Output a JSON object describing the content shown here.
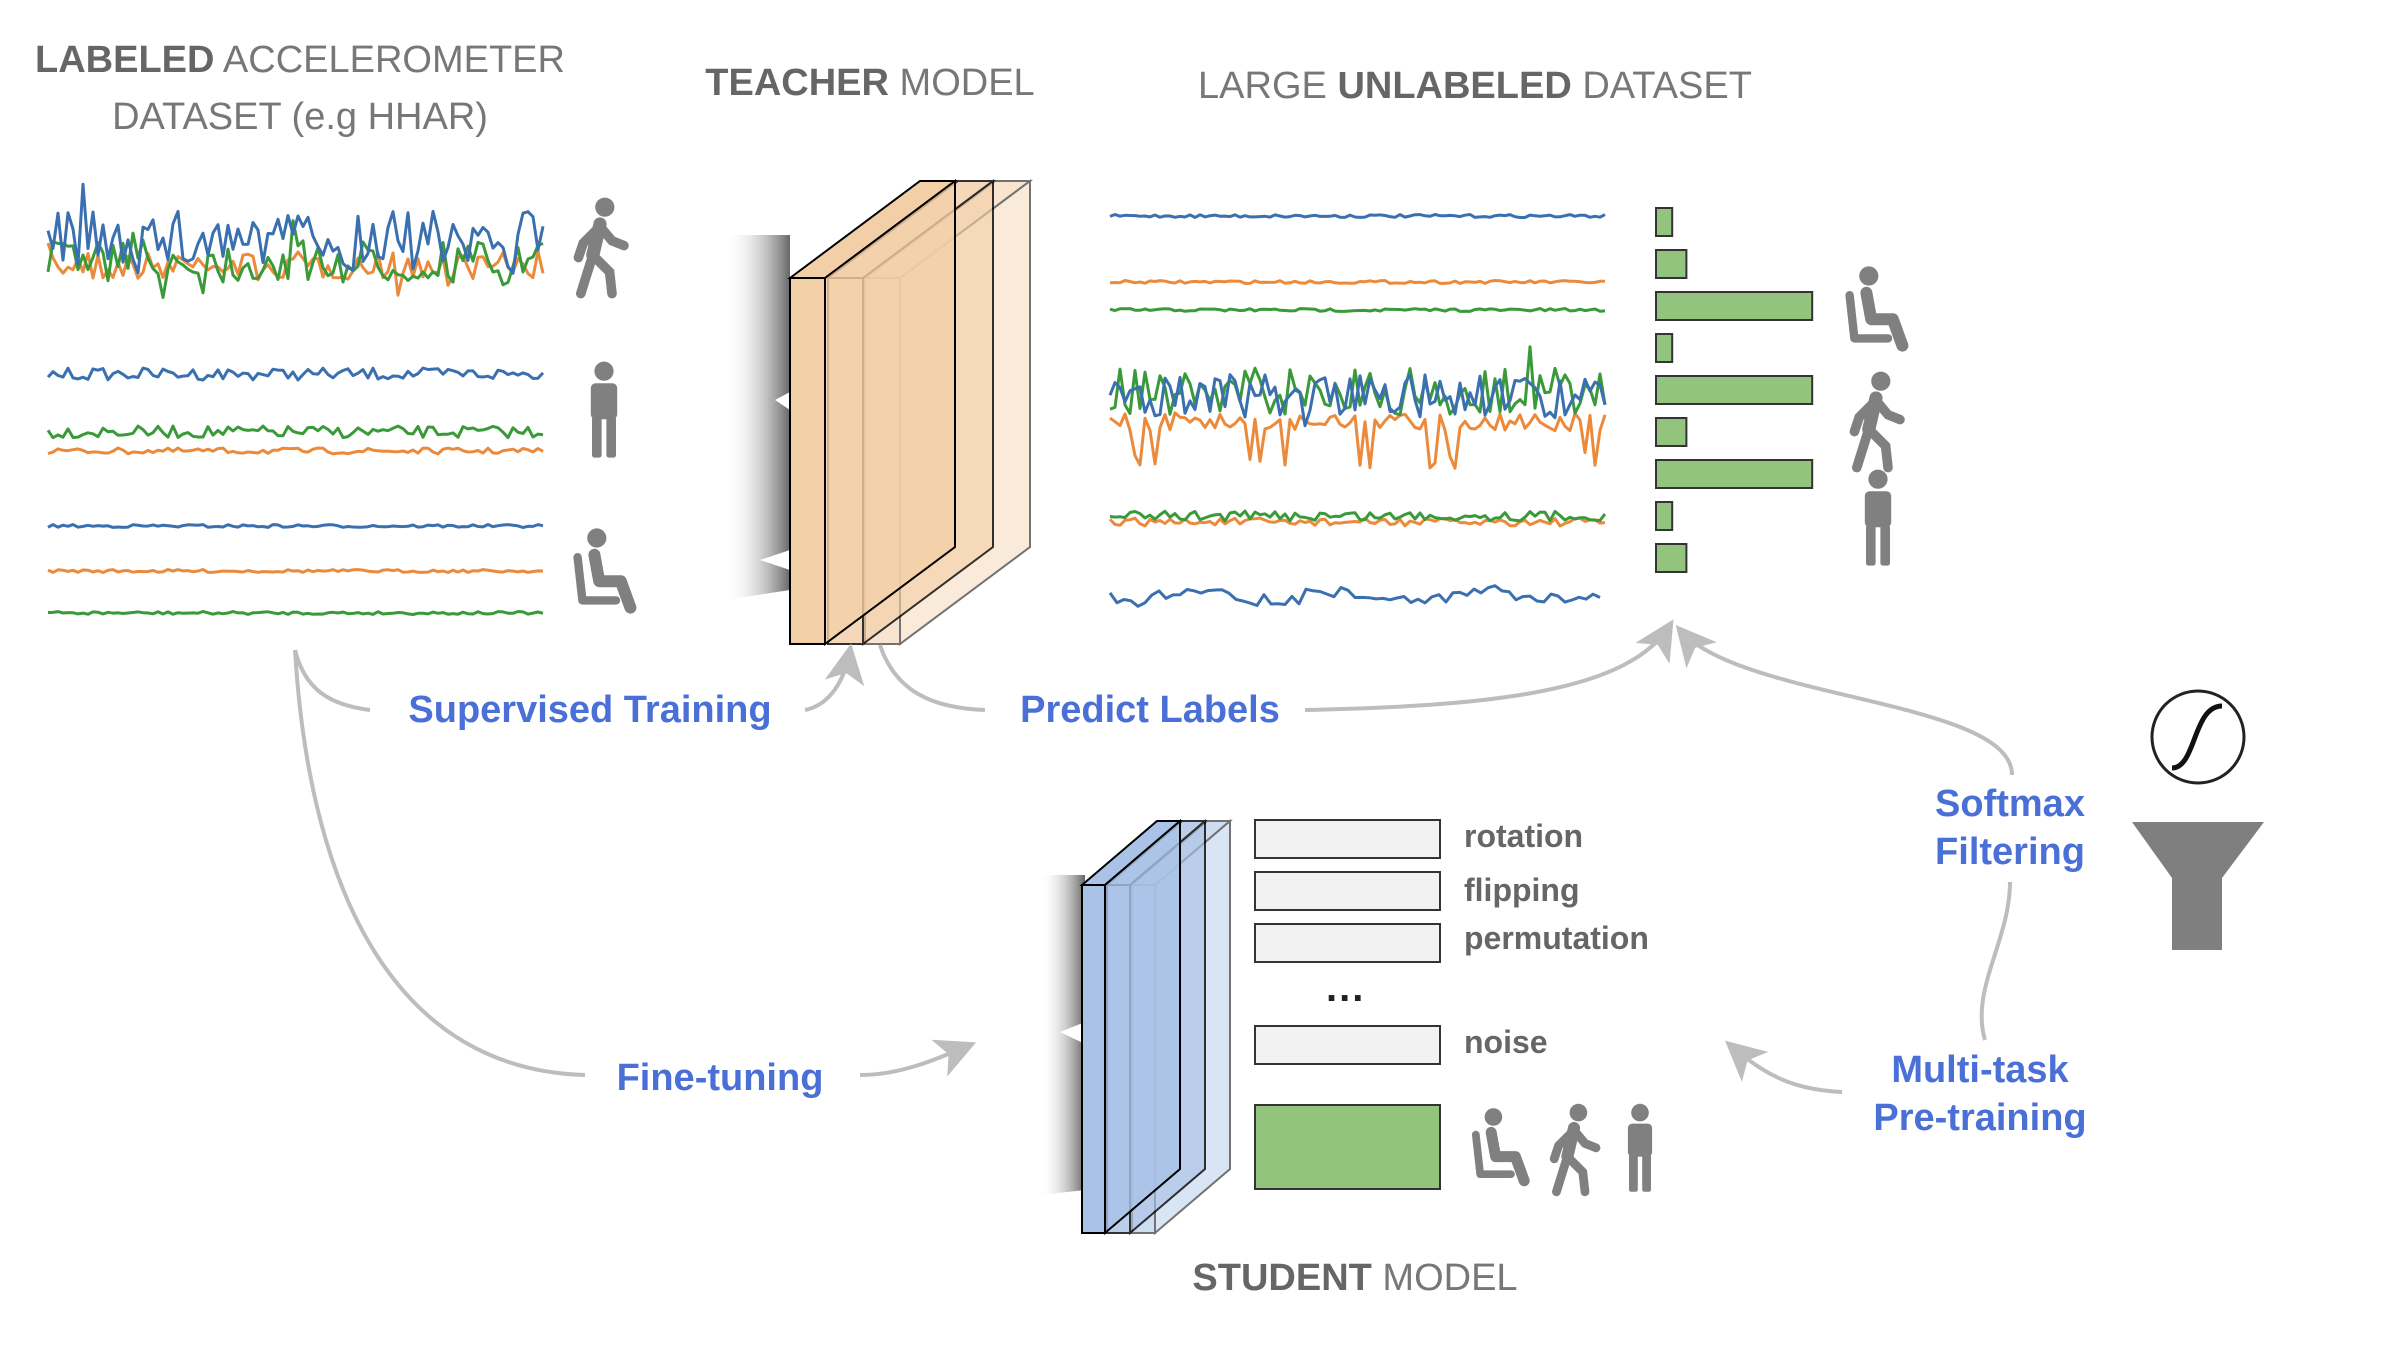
{
  "headings": {
    "labeled": {
      "line1_bold": "LABELED",
      "line1_rest": " ACCELEROMETER",
      "line2": "DATASET (e.g HHAR)"
    },
    "teacher": {
      "bold": "TEACHER",
      "rest": " MODEL"
    },
    "unlabeled": {
      "pre": "LARGE ",
      "bold": "UNLABELED",
      "post": " DATASET"
    },
    "student": {
      "bold": "STUDENT",
      "rest": " MODEL"
    }
  },
  "flow_labels": {
    "supervised_training": "Supervised Training",
    "predict_labels": "Predict Labels",
    "fine_tuning": "Fine-tuning",
    "softmax_line1": "Softmax",
    "softmax_line2": "Filtering",
    "multitask_line1": "Multi-task",
    "multitask_line2": "Pre-training"
  },
  "tasks": {
    "items": [
      "rotation",
      "flipping",
      "permutation",
      "noise"
    ],
    "ellipsis": "..."
  },
  "colors": {
    "series_blue": "#3a6fb0",
    "series_orange": "#ec8a3c",
    "series_green": "#3a9a3a",
    "teacher_fill": "#f3cfa8",
    "student_fill": "#a9c2e6",
    "bar_fill": "#92c47d",
    "accent_text": "#4a6fd6",
    "icon_gray": "#808080"
  },
  "softmax_bars": [
    0.08,
    0.15,
    0.77,
    0.08,
    0.77,
    0.15,
    0.77,
    0.08,
    0.15
  ],
  "icons": {
    "labeled_activities": [
      "walking-icon",
      "standing-icon",
      "sitting-icon"
    ],
    "unlabeled_activities": [
      "sitting-icon",
      "walking-icon",
      "standing-icon"
    ],
    "student_activities": [
      "sitting-icon",
      "walking-icon",
      "standing-icon"
    ],
    "sigmoid": "sigmoid-icon",
    "filter": "funnel-icon"
  }
}
